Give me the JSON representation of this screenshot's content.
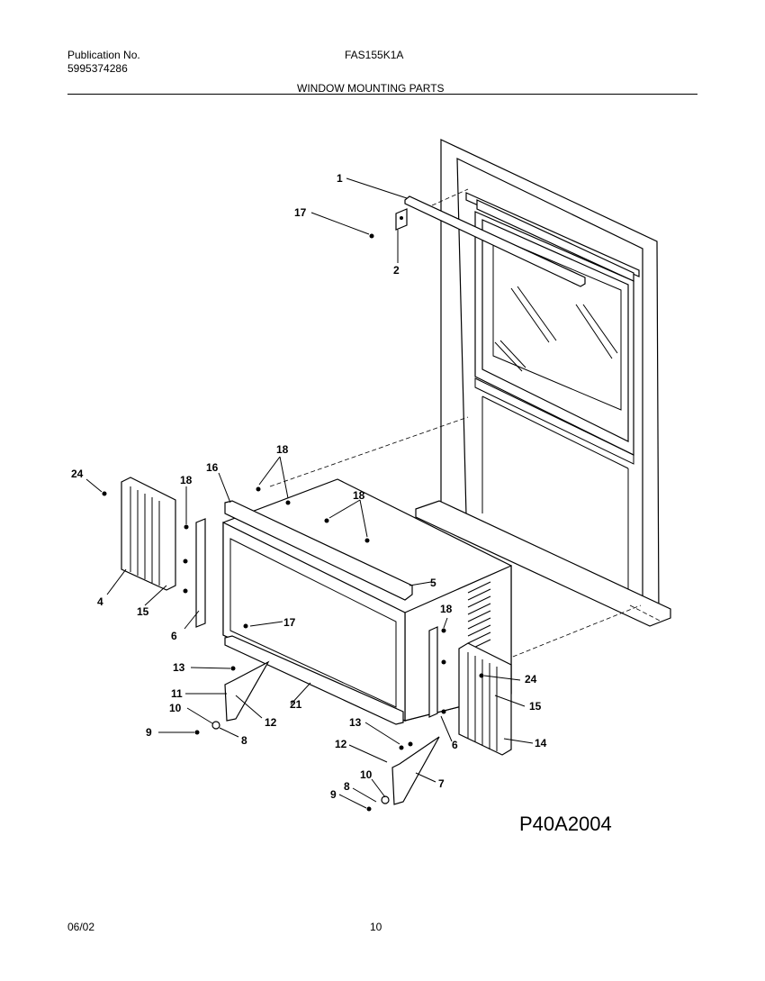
{
  "header": {
    "publication_label": "Publication No.",
    "publication_number": "5995374286",
    "model": "FAS155K1A",
    "section_title": "WINDOW MOUNTING PARTS"
  },
  "diagram": {
    "drawing_code": "P40A2004",
    "callouts": [
      "1",
      "17",
      "2",
      "24",
      "18",
      "16",
      "18",
      "18",
      "4",
      "15",
      "6",
      "5",
      "17",
      "18",
      "13",
      "11",
      "10",
      "12",
      "21",
      "9",
      "8",
      "24",
      "15",
      "13",
      "6",
      "14",
      "12",
      "7",
      "10",
      "8",
      "9"
    ]
  },
  "footer": {
    "date": "06/02",
    "page": "10"
  }
}
